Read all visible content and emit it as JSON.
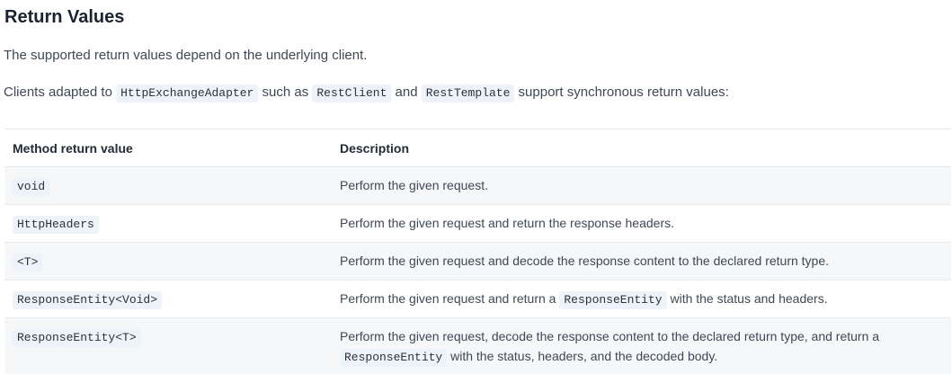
{
  "colors": {
    "heading": "#1a2430",
    "body_text": "#3f4854",
    "table_header_text": "#222b36",
    "row_stripe": "#f6f7f9",
    "border": "#e4e7eb",
    "row_divider": "#e9ecef",
    "code_bg": "#eef3f9",
    "code_text": "#29323d"
  },
  "heading": "Return Values",
  "intro": "The supported return values depend on the underlying client.",
  "clients_paragraph": [
    {
      "text": "Clients adapted to "
    },
    {
      "code": "HttpExchangeAdapter"
    },
    {
      "text": " such as "
    },
    {
      "code": "RestClient"
    },
    {
      "text": " and "
    },
    {
      "code": "RestTemplate"
    },
    {
      "text": " support synchronous return values:"
    }
  ],
  "table": {
    "headers": [
      "Method return value",
      "Description"
    ],
    "rows": [
      {
        "return_value": "void",
        "description": [
          {
            "text": "Perform the given request."
          }
        ]
      },
      {
        "return_value": "HttpHeaders",
        "description": [
          {
            "text": "Perform the given request and return the response headers."
          }
        ]
      },
      {
        "return_value": "<T>",
        "description": [
          {
            "text": "Perform the given request and decode the response content to the declared return type."
          }
        ]
      },
      {
        "return_value": "ResponseEntity<Void>",
        "description": [
          {
            "text": "Perform the given request and return a "
          },
          {
            "code": "ResponseEntity"
          },
          {
            "text": " with the status and headers."
          }
        ]
      },
      {
        "return_value": "ResponseEntity<T>",
        "description": [
          {
            "text": "Perform the given request, decode the response content to the declared return type, and return a "
          },
          {
            "code": "ResponseEntity"
          },
          {
            "text": " with the status, headers, and the decoded body."
          }
        ]
      }
    ]
  }
}
